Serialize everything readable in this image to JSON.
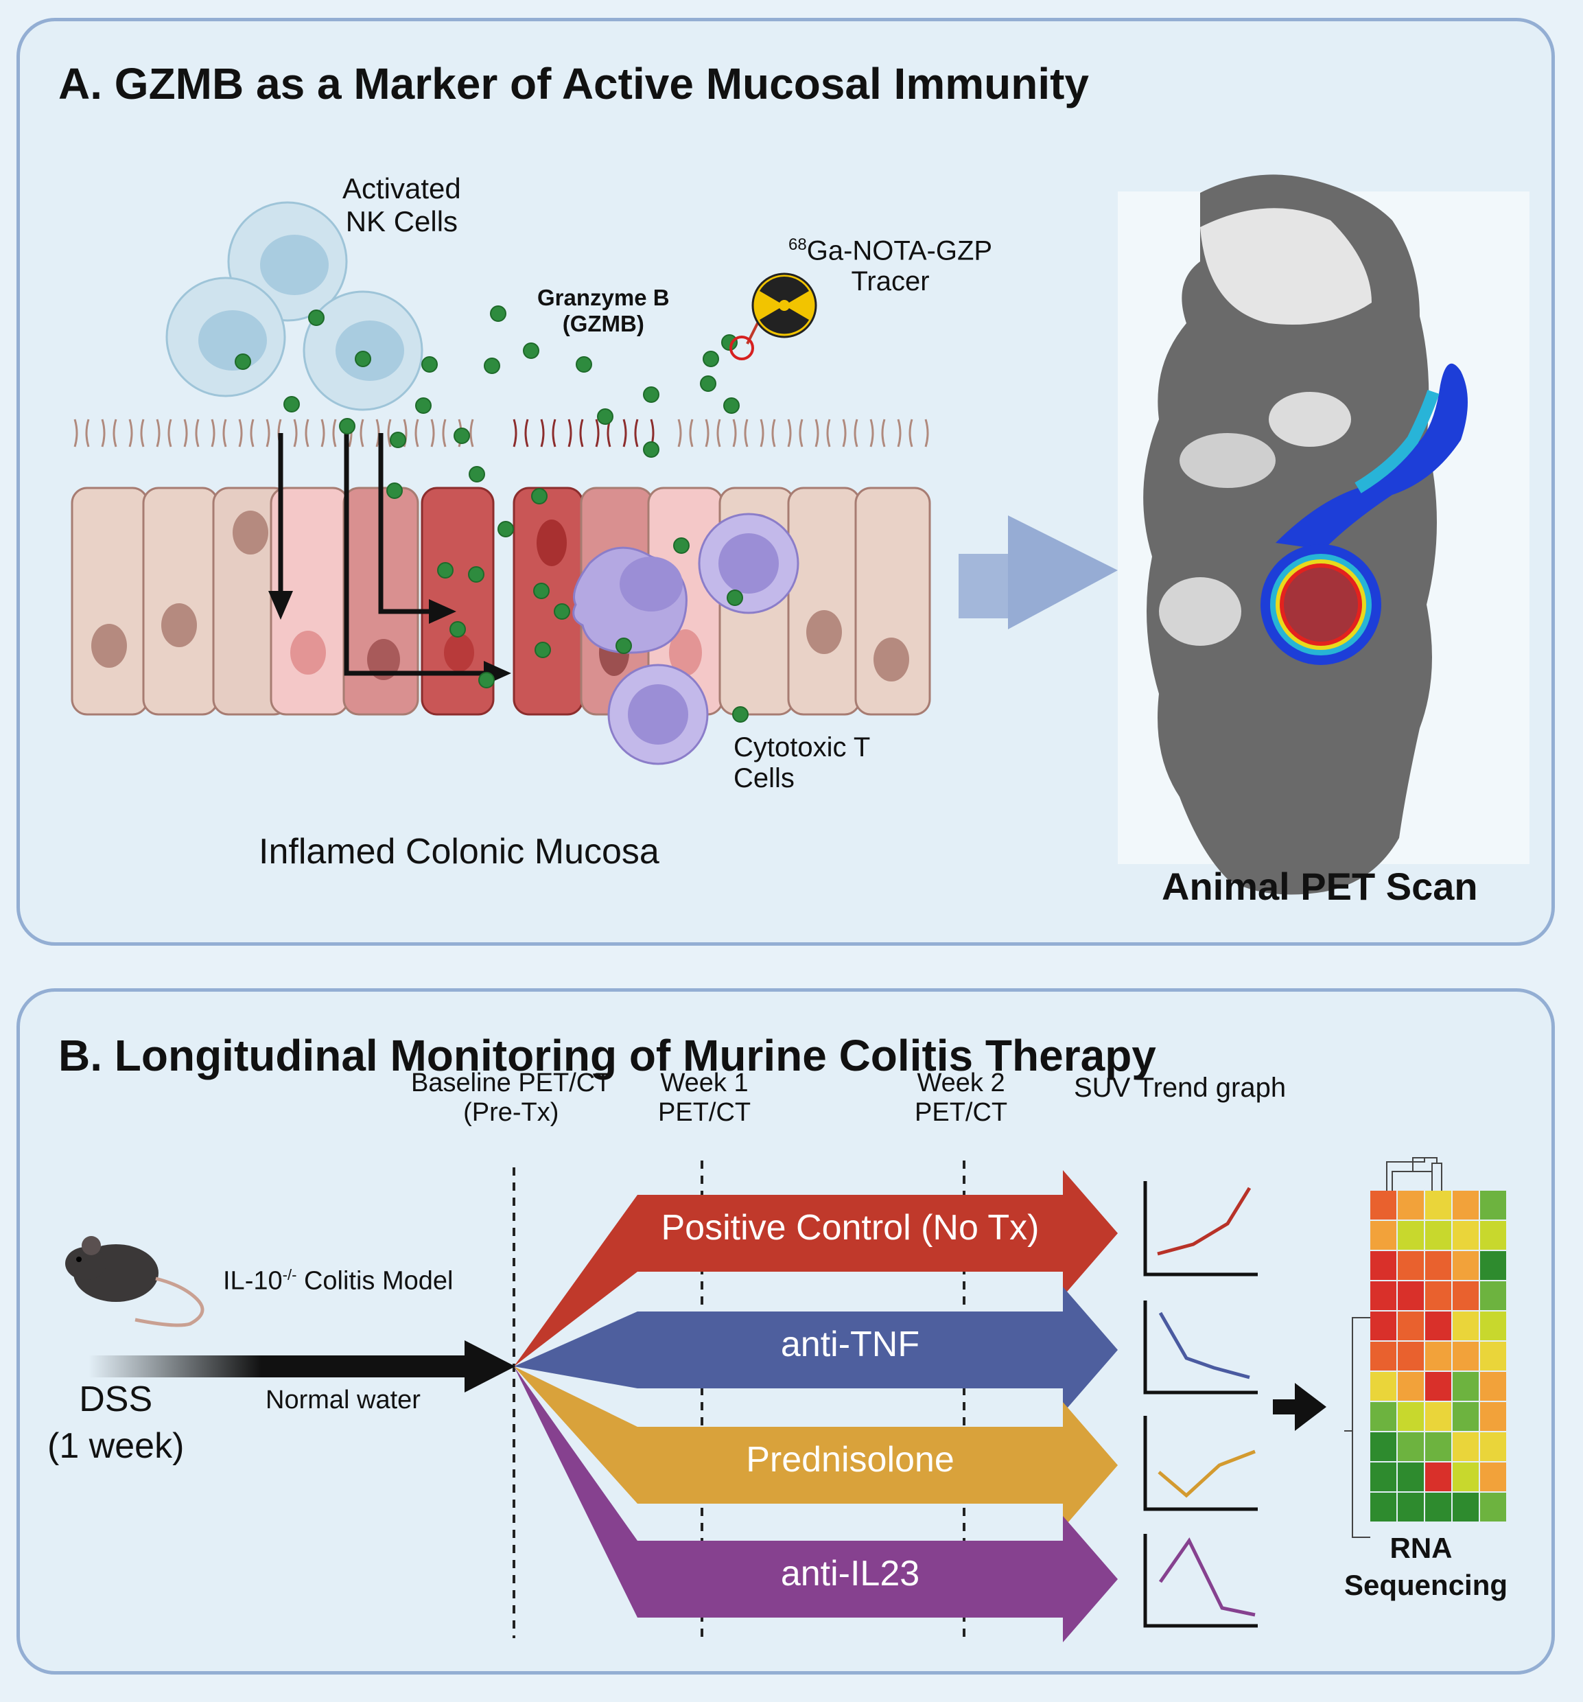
{
  "panel_a": {
    "title": "A. GZMB as a Marker of Active Mucosal Immunity",
    "nk_cells_line1": "Activated",
    "nk_cells_line2": "NK Cells",
    "granzyme_line1": "Granzyme B",
    "granzyme_line2": "(GZMB)",
    "tracer_superscript": "68",
    "tracer_line1": "Ga-NOTA-GZP",
    "tracer_line2": "Tracer",
    "t_cells_line1": "Cytotoxic T",
    "t_cells_line2": "Cells",
    "mucosa_label": "Inflamed Colonic Mucosa",
    "pet_label": "Animal PET Scan"
  },
  "panel_b": {
    "title": "B. Longitudinal Monitoring of Murine Colitis Therapy",
    "baseline_line1": "Baseline PET/CT",
    "baseline_line2": "(Pre-Tx)",
    "week1_line1": "Week 1",
    "week1_line2": "PET/CT",
    "week2_line1": "Week 2",
    "week2_line2": "PET/CT",
    "suv_label": "SUV Trend graph",
    "model_prefix": "IL-10",
    "model_superscript": "-/-",
    "model_suffix": " Colitis Model",
    "normal_water": "Normal water",
    "dss_line1": "DSS",
    "dss_line2": "(1 week)",
    "arms": [
      {
        "label": "Positive Control (No Tx)",
        "color": "#c0392b",
        "trend_color": "#b83228"
      },
      {
        "label": "anti-TNF",
        "color": "#4e5f9e",
        "trend_color": "#4a5aa0"
      },
      {
        "label": "Prednisolone",
        "color": "#d9a23b",
        "trend_color": "#d39a2f"
      },
      {
        "label": "anti-IL23",
        "color": "#86418f",
        "trend_color": "#86418f"
      }
    ],
    "rna_line1": "RNA",
    "rna_line2": "Sequencing"
  }
}
